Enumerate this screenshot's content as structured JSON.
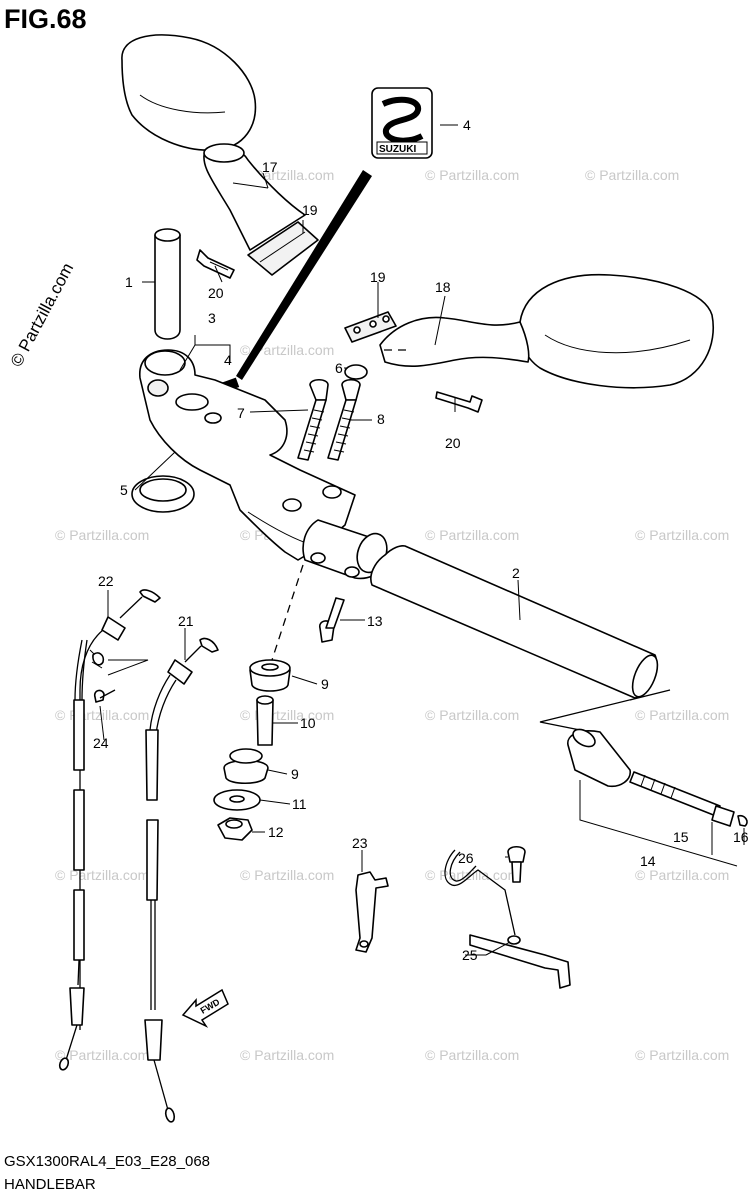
{
  "figure": {
    "title": "FIG.68",
    "model_code": "GSX1300RAL4_E03_E28_068",
    "section_title": "HANDLEBAR",
    "emblem_text": "SUZUKI",
    "arrow_text": "FWD",
    "watermark": "© Partzilla.com",
    "watermark_side": "© Partzilla.com"
  },
  "callouts": [
    "1",
    "2",
    "3",
    "4",
    "4",
    "5",
    "6",
    "7",
    "8",
    "9",
    "9",
    "10",
    "11",
    "12",
    "13",
    "14",
    "15",
    "16",
    "17",
    "18",
    "19",
    "19",
    "20",
    "20",
    "21",
    "22",
    "23",
    "24",
    "25",
    "26"
  ]
}
